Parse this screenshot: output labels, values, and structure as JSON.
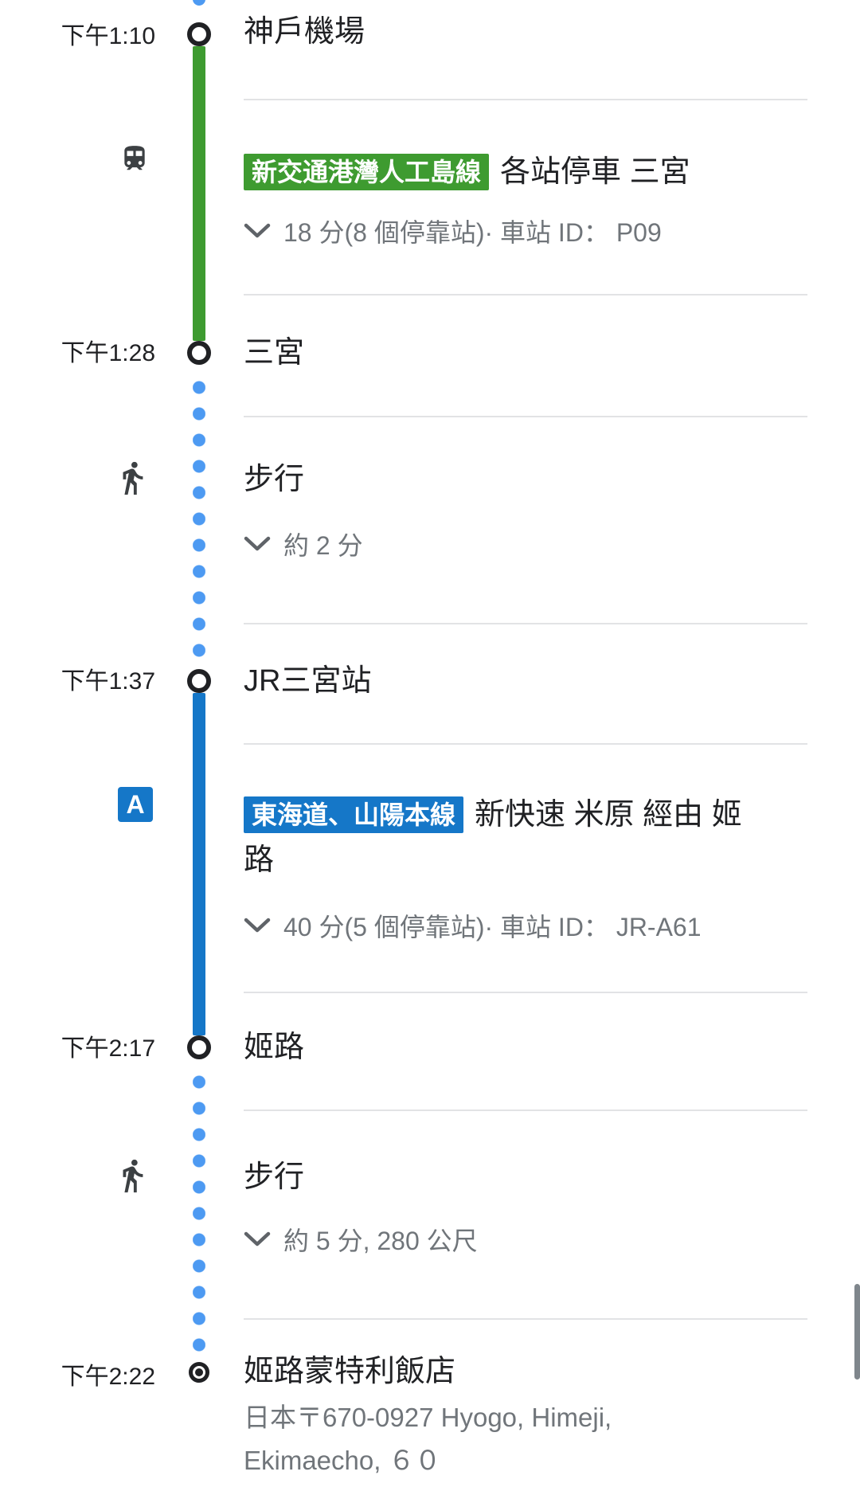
{
  "panel": "transit-directions-details",
  "stops": [
    {
      "time": "下午1:10",
      "name": "神戶機場"
    },
    {
      "time": "下午1:28",
      "name": "三宮"
    },
    {
      "time": "下午1:37",
      "name": "JR三宮站"
    },
    {
      "time": "下午2:17",
      "name": "姬路"
    },
    {
      "time": "下午2:22",
      "name": "姬路蒙特利飯店",
      "address_line1": "日本〒670-0927 Hyogo, Himeji,",
      "address_line2": "Ekimaecho, ６０"
    }
  ],
  "legs": [
    {
      "mode": "transit",
      "icon": "train-icon",
      "line_badge": "新交通港灣人工島線",
      "badge_color": "#3e9b30",
      "headline": "各站停車 三宮",
      "details": "18 分(8 個停靠站)· 車站 ID： P09"
    },
    {
      "mode": "walk",
      "icon": "pedestrian-icon",
      "headline": "步行",
      "details": "約 2 分"
    },
    {
      "mode": "transit",
      "icon": "line-symbol-A",
      "line_symbol": "A",
      "line_badge": "東海道、山陽本線",
      "badge_color": "#1577c8",
      "headline": "新快速 米原 經由 姬路",
      "headline_lines": [
        "新快速 米原 經由 姬",
        "路"
      ],
      "details": "40 分(5 個停靠站)· 車站 ID： JR-A61"
    },
    {
      "mode": "walk",
      "icon": "pedestrian-icon",
      "headline": "步行",
      "details": "約 5 分, 280 公尺"
    }
  ],
  "colors": {
    "line-green": "#3e9b30",
    "line-blue": "#1577c8",
    "walk-dot": "#4d9af2",
    "text-primary": "#202124",
    "text-secondary": "#70757a",
    "divider": "#e2e3e5",
    "badge-text": "#ffffff",
    "node-border": "#202124",
    "icon-dark": "#3c4043",
    "chevron": "#5f6368",
    "scrollbar": "#7f868c",
    "bg": "#ffffff"
  }
}
